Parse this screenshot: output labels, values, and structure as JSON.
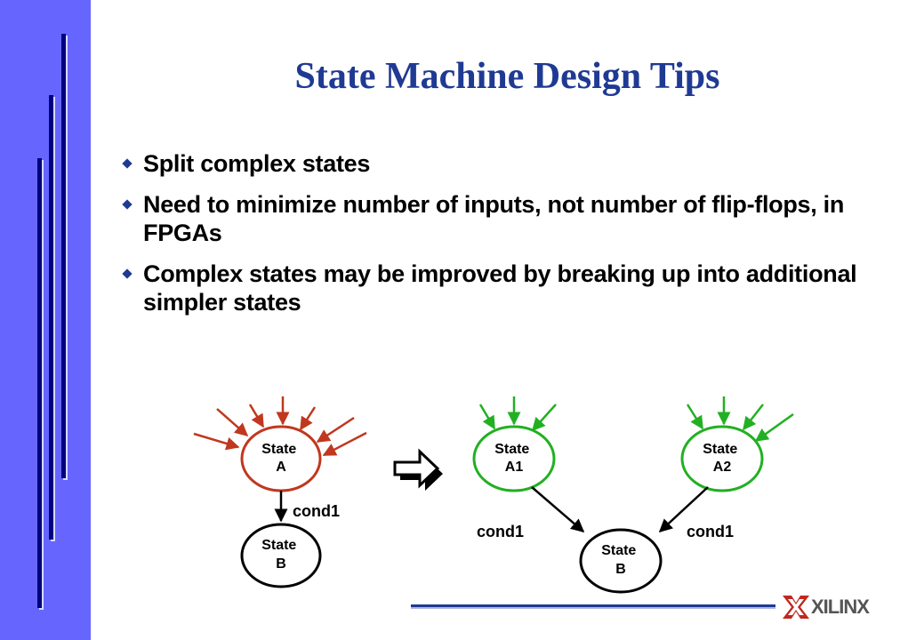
{
  "slide": {
    "title": "State Machine Design Tips",
    "bullets": [
      "Split complex states",
      "Need to minimize number of inputs, not number of flip-flops, in FPGAs",
      "Complex states may be improved by breaking up into additional simpler states"
    ]
  },
  "diagram_before": {
    "state_a": [
      "State",
      "A"
    ],
    "state_b": [
      "State",
      "B"
    ],
    "edge_label": "cond1"
  },
  "diagram_after": {
    "state_a1": [
      "State",
      "A1"
    ],
    "state_a2": [
      "State",
      "A2"
    ],
    "state_b": [
      "State",
      "B"
    ],
    "edge_label_left": "cond1",
    "edge_label_right": "cond1"
  },
  "logo": {
    "text": "XILINX"
  },
  "colors": {
    "sidebar": "#6666ff",
    "title": "#1f3a93",
    "original_state": "#c0381e",
    "split_states": "#22b022",
    "text": "#000000"
  },
  "icons": [
    "diamond-bullet-icon",
    "right-arrow-icon",
    "xilinx-logo-icon"
  ]
}
